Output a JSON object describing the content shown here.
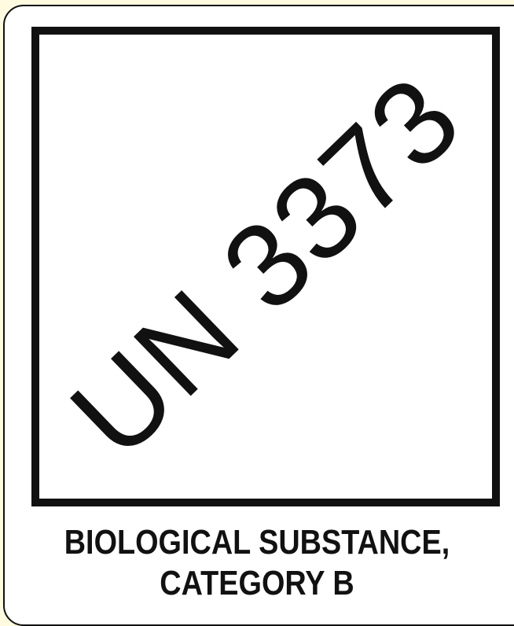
{
  "label": {
    "un_number": "UN 3373",
    "caption_line_1": "BIOLOGICAL SUBSTANCE,",
    "caption_line_2": "CATEGORY B"
  },
  "colors": {
    "background": "#fffbe0",
    "card": "#ffffff",
    "ink": "#111111"
  }
}
